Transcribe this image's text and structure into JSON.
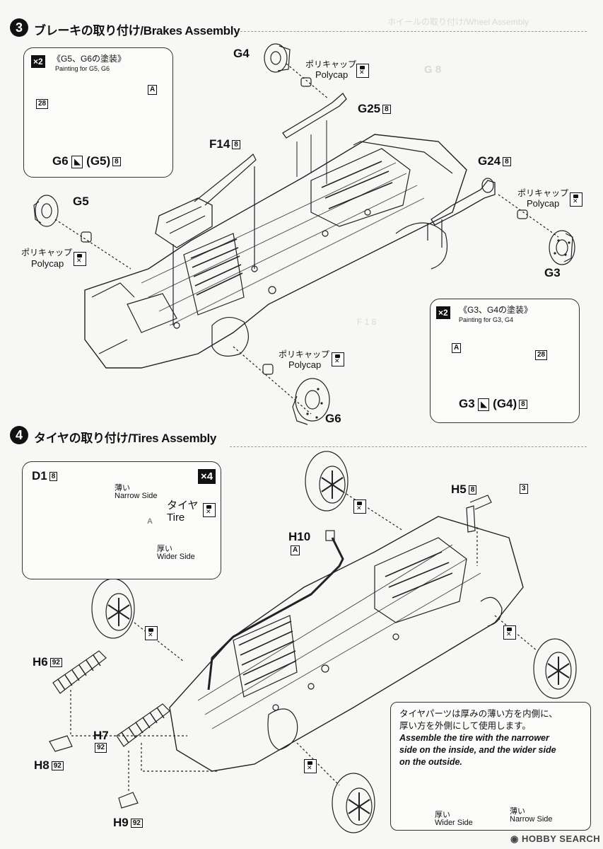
{
  "step3": {
    "number": "3",
    "title": "ブレーキの取り付け/Brakes Assembly",
    "panel_left": {
      "multiplier": "×2",
      "heading": "《G5、G6の塗装》",
      "subheading": "Painting for G5, G6",
      "color_code": "28",
      "color_letter": "A",
      "part_label": "G6",
      "mirror_label": "(G5)",
      "runner": "8"
    },
    "panel_right": {
      "multiplier": "×2",
      "heading": "《G3、G4の塗装》",
      "subheading": "Painting for G3, G4",
      "color_code": "28",
      "color_letter": "A",
      "part_label": "G3",
      "mirror_label": "(G4)",
      "runner": "8"
    },
    "parts": {
      "g4": "G4",
      "g25": "G25",
      "g25_runner": "8",
      "f14": "F14",
      "f14_runner": "8",
      "g24": "G24",
      "g24_runner": "8",
      "g5": "G5",
      "g3": "G3",
      "g6": "G6"
    },
    "polycap_jp": "ポリキャップ",
    "polycap_en": "Polycap"
  },
  "step4": {
    "number": "4",
    "title": "タイヤの取り付け/Tires Assembly",
    "panel": {
      "multiplier": "×4",
      "wheel_label": "D1",
      "wheel_runner": "8",
      "narrow_jp": "薄い",
      "narrow_en": "Narrow Side",
      "wide_jp": "厚い",
      "wide_en": "Wider Side",
      "tire_jp": "タイヤ",
      "tire_en": "Tire",
      "tire_letter": "A"
    },
    "parts": {
      "h5": "H5",
      "h5_runner": "8",
      "h5_color": "3",
      "h10": "H10",
      "h10_letter": "A",
      "h6": "H6",
      "h6_runner": "92",
      "h7": "H7",
      "h7_runner": "92",
      "h8": "H8",
      "h8_runner": "92",
      "h9": "H9",
      "h9_runner": "92"
    },
    "note": {
      "jp_line1": "タイヤパーツは厚みの薄い方を内側に、",
      "jp_line2": "厚い方を外側にして使用します。",
      "en_line1": "Assemble the tire with the narrower",
      "en_line2": "side on the inside, and the wider side",
      "en_line3": "on the outside.",
      "wide_jp": "厚い",
      "wide_en": "Wider Side",
      "narrow_jp": "薄い",
      "narrow_en": "Narrow Side"
    }
  },
  "watermark": "HOBBY SEARCH"
}
